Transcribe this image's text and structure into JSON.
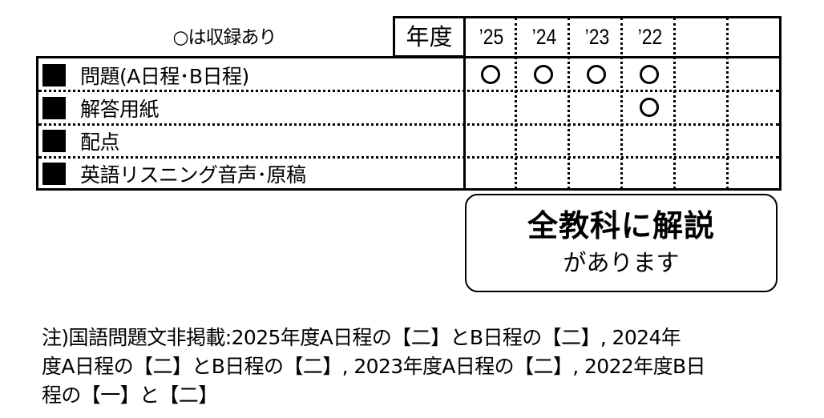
{
  "legend": {
    "note": "○は収録あり",
    "mark_symbol": "circle"
  },
  "table": {
    "year_header_label": "年度",
    "years": [
      "’25",
      "’24",
      "’23",
      "’22",
      "",
      ""
    ],
    "rows": [
      {
        "label": "問題(A日程･B日程)",
        "bullet": "black-square",
        "marks": [
          true,
          true,
          true,
          true,
          false,
          false
        ]
      },
      {
        "label": "解答用紙",
        "bullet": "black-square",
        "marks": [
          false,
          false,
          false,
          true,
          false,
          false
        ]
      },
      {
        "label": "配点",
        "bullet": "black-square",
        "marks": [
          false,
          false,
          false,
          false,
          false,
          false
        ]
      },
      {
        "label": "英語リスニング音声･原稿",
        "bullet": "black-square",
        "marks": [
          false,
          false,
          false,
          false,
          false,
          false
        ]
      }
    ]
  },
  "callout": {
    "line1": "全教科に解説",
    "line2": "があります"
  },
  "footnote": {
    "lines": [
      "注)国語問題文非掲載:2025年度A日程の【二】とB日程の【二】, 2024年",
      "度A日程の【二】とB日程の【二】, 2023年度A日程の【二】, 2022年度B日",
      "程の【一】と【二】"
    ]
  }
}
